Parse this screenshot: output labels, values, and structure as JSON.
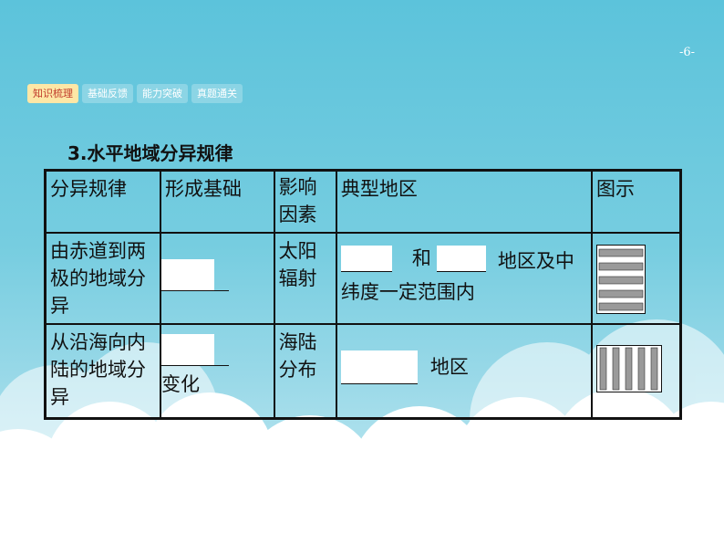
{
  "page_number": "-6-",
  "tabs": [
    {
      "label": "知识梳理",
      "active": true
    },
    {
      "label": "基础反馈",
      "active": false
    },
    {
      "label": "能力突破",
      "active": false
    },
    {
      "label": "真题通关",
      "active": false
    }
  ],
  "heading": "3.水平地域分异规律",
  "table": {
    "headers": [
      "分异规律",
      "形成基础",
      "影响因素",
      "典型地区",
      "图示"
    ],
    "rows": [
      {
        "rule": "由赤道到两极的地域分异",
        "basis_suffix": "",
        "factor": "太阳辐射",
        "region_mid": "和",
        "region_end": "地区及中纬度一定范围内",
        "diagram": "horizontal-stripes"
      },
      {
        "rule": "从沿海向内陆的地域分异",
        "basis_suffix": "变化",
        "factor": "海陆分布",
        "region_end": "地区",
        "diagram": "vertical-stripes"
      }
    ]
  },
  "colors": {
    "background_top": "#5cc3db",
    "tab_active_bg": "#fde7a6",
    "tab_active_text": "#c0392b",
    "stripe_gray": "#9a9a9a"
  }
}
